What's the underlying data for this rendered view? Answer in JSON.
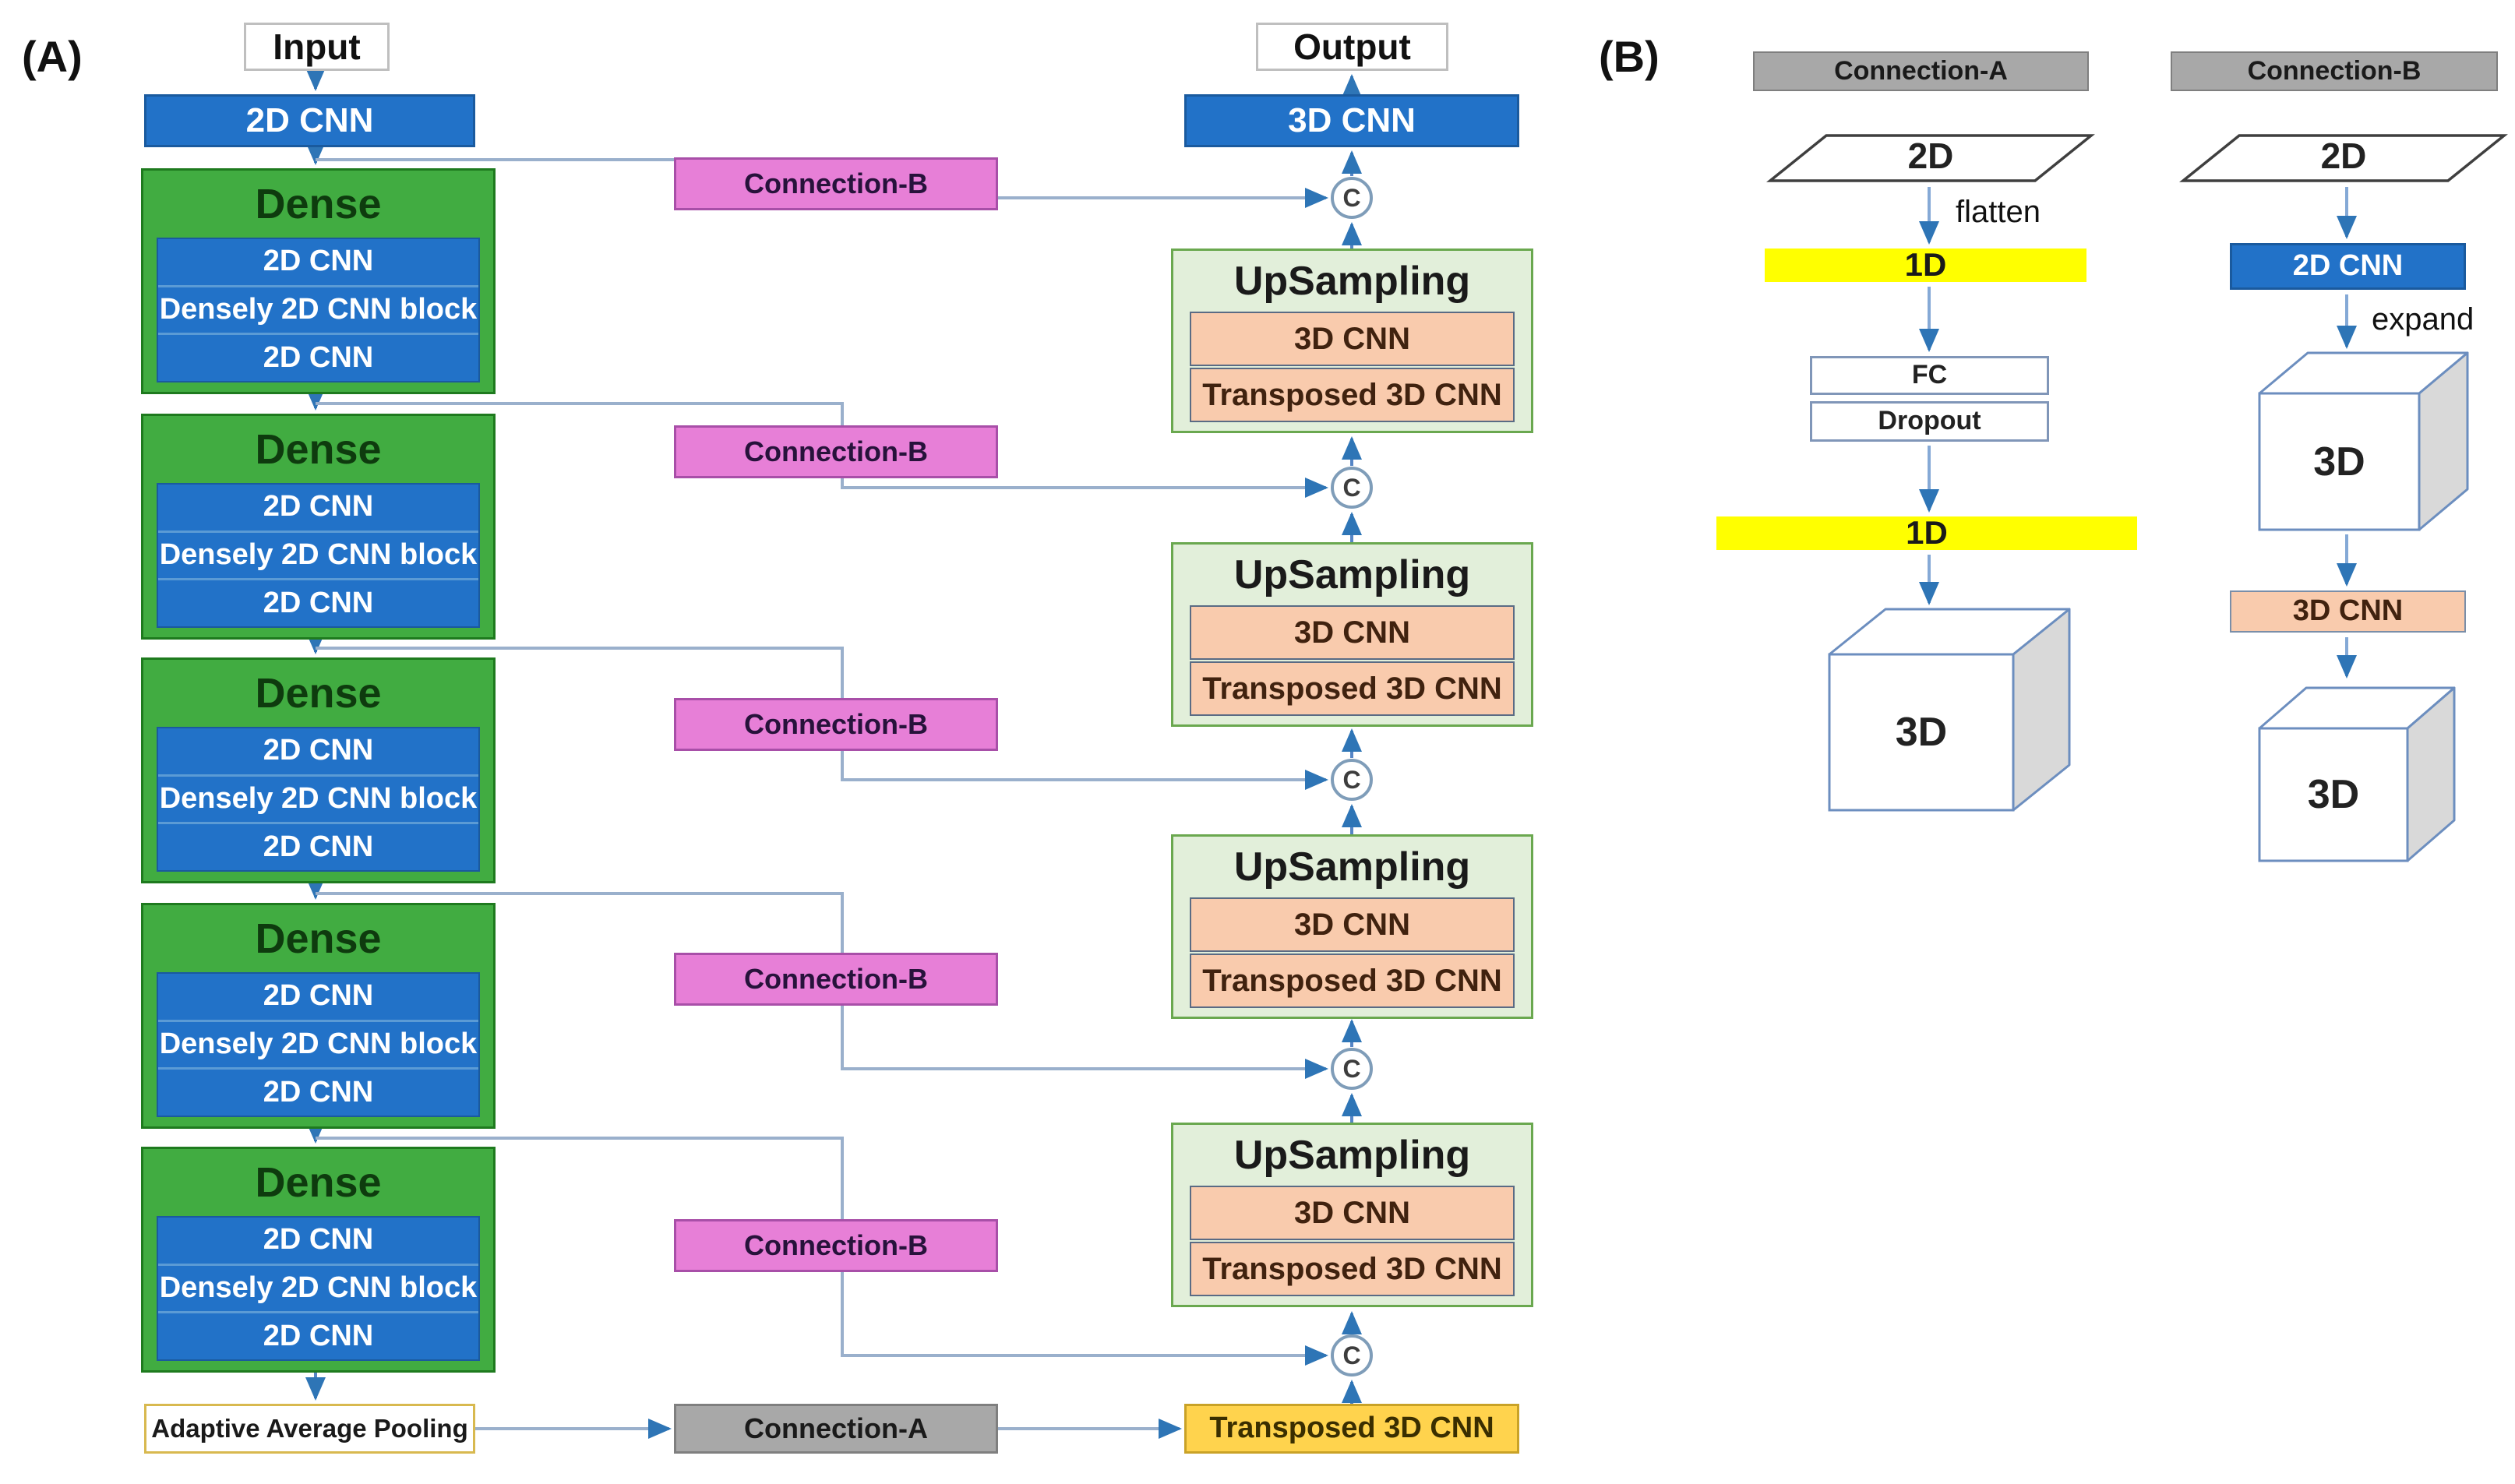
{
  "panel_a": {
    "label": "(A)",
    "input_label": "Input",
    "output_label": "Output",
    "encoder_entry_layer": "2D CNN",
    "decoder_exit_layer": "3D CNN",
    "dense_block": {
      "title": "Dense",
      "rows": [
        "2D CNN",
        "Densely 2D CNN block",
        "2D CNN"
      ]
    },
    "upsampling_block": {
      "title": "UpSampling",
      "rows": [
        "3D CNN",
        "Transposed 3D CNN"
      ]
    },
    "pooling_label": "Adaptive Average Pooling",
    "connection_a_label": "Connection-A",
    "connection_b_label": "Connection-B",
    "transposed_3d_label": "Transposed 3D CNN",
    "concat_symbol": "C"
  },
  "panel_b": {
    "label": "(B)",
    "connection_a": {
      "title": "Connection-A",
      "input_shape": "2D",
      "flatten_label": "flatten",
      "vector_label": "1D",
      "fc_label": "FC",
      "dropout_label": "Dropout",
      "output_shape": "3D"
    },
    "connection_b": {
      "title": "Connection-B",
      "input_shape": "2D",
      "cnn_2d_label": "2D CNN",
      "expand_label": "expand",
      "intermediate_shape": "3D",
      "cnn_3d_label": "3D CNN",
      "output_shape": "3D"
    }
  },
  "colors": {
    "layer_blue": "#2272C8",
    "dense_green": "#41AC41",
    "connection_b_pink": "#E77FD7",
    "connection_a_gray": "#A8A8A8",
    "upsampling_green": "#E2EFDA",
    "layer_peach": "#F9CBAD",
    "transposed_yellow": "#FFD34D",
    "vector_yellow": "#FFFF00",
    "pooling_border_gold": "#D8B94F",
    "arrowhead_blue": "#2E75B6",
    "wire_blue": "#9AB0CC"
  }
}
